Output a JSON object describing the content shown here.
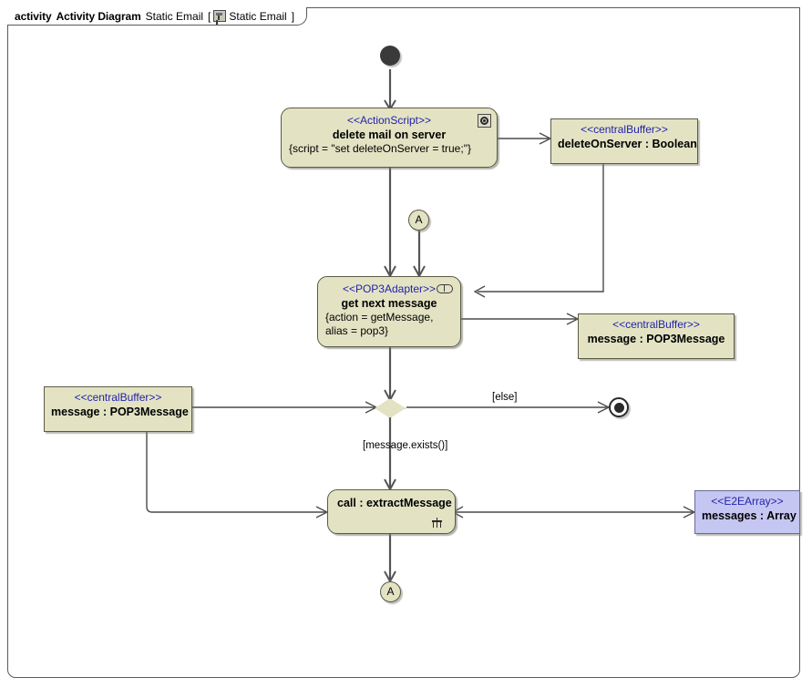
{
  "frame": {
    "kind_label": "activity",
    "diagram_type_label": "Activity Diagram",
    "name_label": "Static Email",
    "bracket_open": "[",
    "bracket_close": "]",
    "scoped_name_label": "Static Email",
    "icon_name": "activity-diagram-icon",
    "border_color": "#5a5a5a",
    "background_color": "#ffffff"
  },
  "palette": {
    "node_fill": "#e3e3c4",
    "node_border": "#5a5a45",
    "blue_node_fill": "#c6c6f2",
    "blue_node_border": "#6a6a9a",
    "stereotype_color": "#2222aa",
    "edge_color": "#4a4a4a",
    "text_color": "#000000"
  },
  "nodes": {
    "initial": {
      "name": "initial-node",
      "label": ""
    },
    "delete_mail_action": {
      "stereotype": "<<ActionScript>>",
      "name": "delete mail on server",
      "property": "{script = \"set deleteOnServer = true;\"}",
      "icon_name": "script-icon"
    },
    "delete_on_server_buffer": {
      "stereotype": "<<centralBuffer>>",
      "name": "deleteOnServer : Boolean"
    },
    "connector_a_top": {
      "label": "A"
    },
    "pop3_adapter_action": {
      "stereotype": "<<POP3Adapter>>",
      "name": "get next message",
      "property_line1": "{action = getMessage,",
      "property_line2": "alias = pop3}",
      "icon_name": "port-icon"
    },
    "message_buffer_right": {
      "stereotype": "<<centralBuffer>>",
      "name": "message : POP3Message"
    },
    "message_buffer_left": {
      "stereotype": "<<centralBuffer>>",
      "name": "message : POP3Message"
    },
    "decision": {
      "name": "decision-node"
    },
    "final": {
      "name": "activity-final-node"
    },
    "extract_message_call": {
      "name": "call : extractMessage",
      "icon_name": "call-behavior-rake-icon"
    },
    "messages_array": {
      "stereotype": "<<E2EArray>>",
      "name": "messages : Array"
    },
    "connector_a_bottom": {
      "label": "A"
    }
  },
  "edge_labels": {
    "else_guard": "[else]",
    "message_exists_guard": "[message.exists()]"
  }
}
